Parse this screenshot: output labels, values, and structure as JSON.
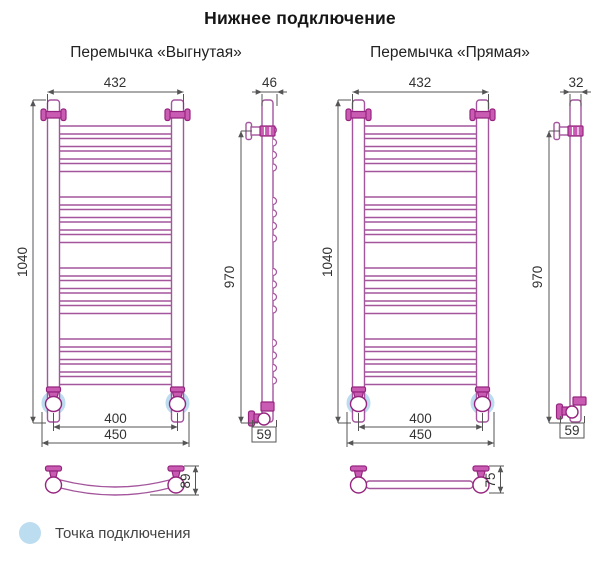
{
  "title": "Нижнее подключение",
  "views": {
    "curved": {
      "label": "Перемычка «Выгнутая»"
    },
    "straight": {
      "label": "Перемычка «Прямая»"
    }
  },
  "dims": {
    "front_width": "432",
    "front_height": "1040",
    "connection_spacing": "400",
    "overall_width": "450",
    "side_depth_curved": "46",
    "side_depth_straight": "32",
    "side_height": "970",
    "side_bottom_offset": "59",
    "crossbar_depth_curved": "89",
    "crossbar_depth_straight": "75"
  },
  "legend": {
    "label": "Точка подключения",
    "dot_color": "#bcdcf0"
  },
  "colors": {
    "tube_outline": "#a4569d",
    "fitting_magenta": "#c95cb2",
    "halo_blue": "#bcdcf0",
    "dimension_line": "#555555"
  }
}
